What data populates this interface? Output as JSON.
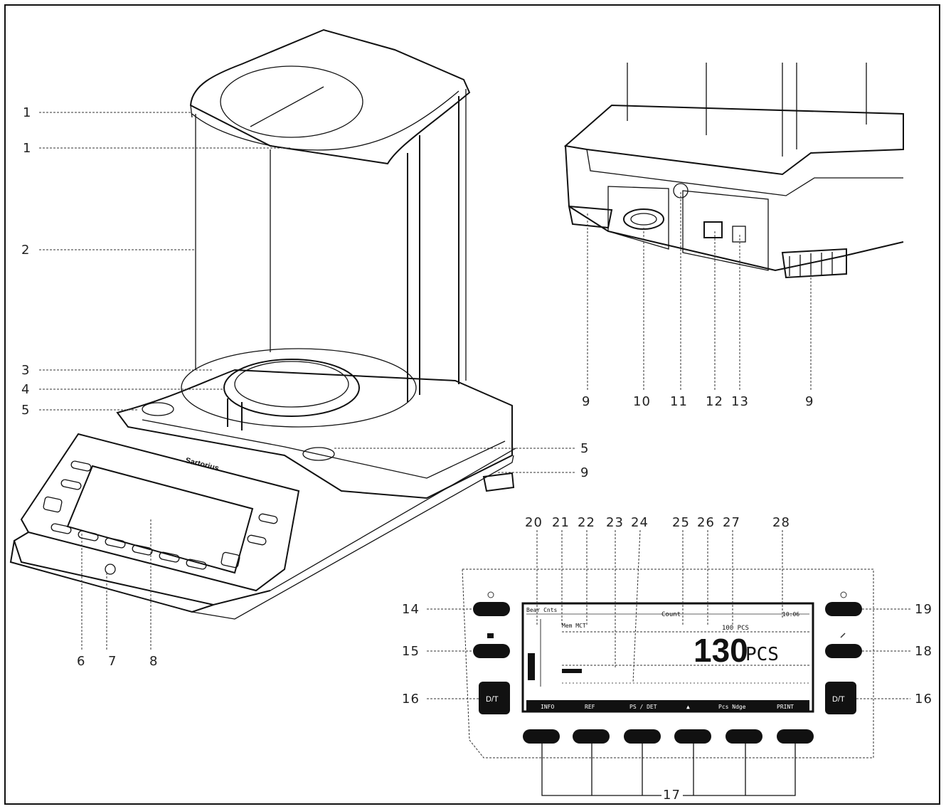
{
  "callouts": {
    "c1a": "1",
    "c1b": "1",
    "c2": "2",
    "c3": "3",
    "c4": "4",
    "c5a": "5",
    "c5b": "5",
    "c6": "6",
    "c7": "7",
    "c8": "8",
    "c9a": "9",
    "c9b": "9",
    "c9c": "9",
    "c10": "10",
    "c11": "11",
    "c12": "12",
    "c13": "13",
    "c14": "14",
    "c15": "15",
    "c16a": "16",
    "c16b": "16",
    "c17": "17",
    "c18": "18",
    "c19": "19",
    "c20": "20",
    "c21": "21",
    "c22": "22",
    "c23": "23",
    "c24": "24",
    "c25": "25",
    "c26": "26",
    "c27": "27",
    "c28": "28"
  },
  "brand": "Sartorius",
  "lcd": {
    "main_value": "130",
    "unit": "PCS",
    "top_left": "Bear Cnts",
    "top_center": "Count",
    "top_mid": "100 PCS",
    "top_right": "10:06",
    "mem_label": "Mem MCT",
    "softkeys": [
      "INFO",
      "REF",
      "PS / DET",
      "▲",
      "Pcs Ndge",
      "PRINT"
    ]
  },
  "key_labels": {
    "dt_left": "D/T",
    "dt_right": "D/T",
    "left_top_icon": "power-icon",
    "left_mid_icon": "print-icon",
    "right_top_icon": "calibration-icon",
    "right_mid_icon": "function-icon"
  }
}
